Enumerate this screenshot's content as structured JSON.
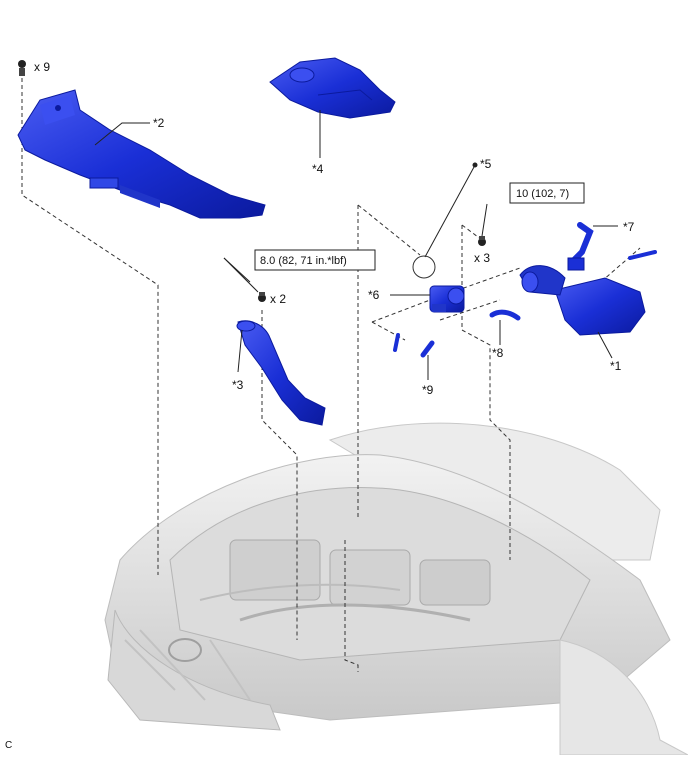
{
  "labels": {
    "qty_top_left": "x 9",
    "part2": "*2",
    "part4": "*4",
    "part5": "*5",
    "torque_right": "10 (102, 7)",
    "qty_right": "x 3",
    "part7": "*7",
    "torque_left": "8.0 (82, 71 in.*lbf)",
    "qty_left": "x 2",
    "part6": "*6",
    "part8": "*8",
    "part1": "*1",
    "part9": "*9",
    "part3": "*3",
    "corner": "C"
  },
  "colors": {
    "part_fill": "#1a2fd6",
    "part_dark": "#0b1a9e",
    "part_light": "#5a6cf0",
    "engine_gray": "#d6d6d6",
    "line": "#333333"
  }
}
